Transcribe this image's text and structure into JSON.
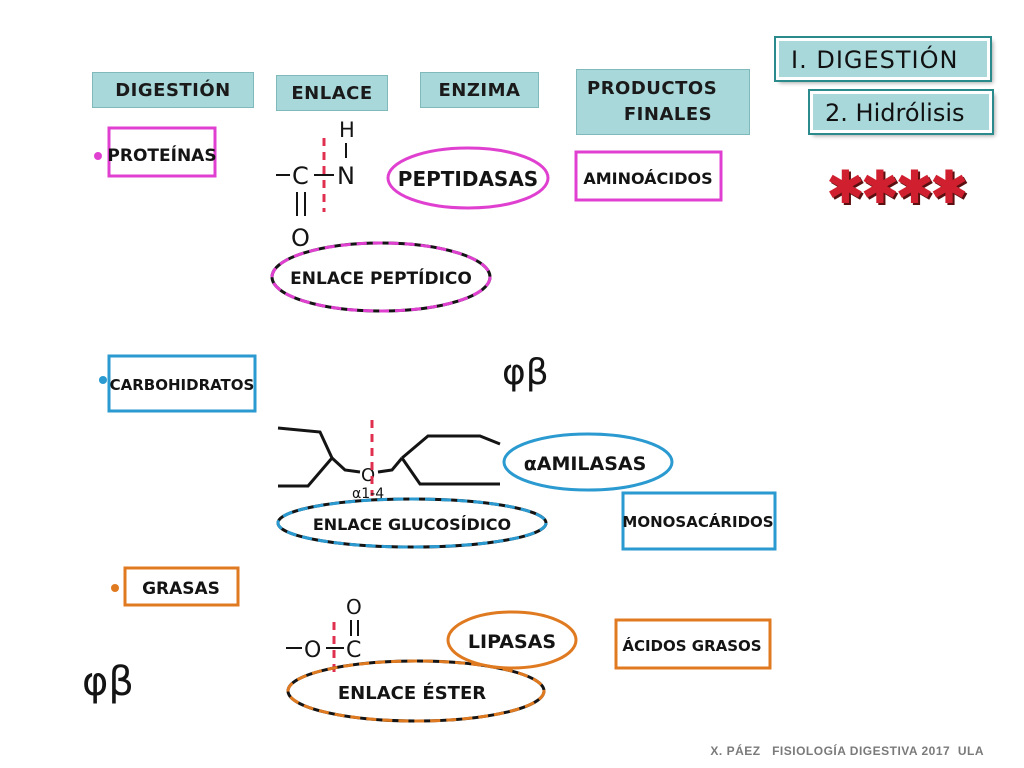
{
  "title_box": {
    "section": "I. DIGESTIÓN",
    "subsection": "2. Hidrólisis"
  },
  "headers": {
    "digestion": "DIGESTIÓN",
    "enlace": "ENLACE",
    "enzima": "ENZIMA",
    "productos_line1": "PRODUCTOS",
    "productos_line2": "FINALES"
  },
  "stars": "✱✱✱✱",
  "rows": {
    "proteinas": {
      "nutrient": "PROTEÍNAS",
      "bond_atoms": {
        "h": "H",
        "c": "C",
        "n": "N",
        "o": "O"
      },
      "bond_name": "ENLACE PEPTÍDICO",
      "enzyme": "PEPTIDASAS",
      "product": "AMINOÁCIDOS"
    },
    "carbohidratos": {
      "nutrient": "CARBOHIDRATOS",
      "bond_atom_o": "O",
      "bond_label": "α1-4",
      "bond_name": "ENLACE GLUCOSÍDICO",
      "enzyme": "αAMILASAS",
      "product": "MONOSACÁRIDOS",
      "note": "φβ"
    },
    "grasas": {
      "nutrient": "GRASAS",
      "bond_atoms": {
        "o_top": "O",
        "o": "O",
        "c": "C"
      },
      "bond_name": "ENLACE ÉSTER",
      "enzyme": "LIPASAS",
      "product": "ÁCIDOS GRASOS",
      "note": "φβ"
    }
  },
  "footer": "X. PÁEZ   FISIOLOGÍA DIGESTIVA 2017  ULA",
  "colors": {
    "header_bg": "#a8d8da",
    "magenta": "#e040d0",
    "blue": "#2a9ad0",
    "orange": "#e07a20",
    "red_dash": "#e03050",
    "star_red": "#d02030"
  }
}
